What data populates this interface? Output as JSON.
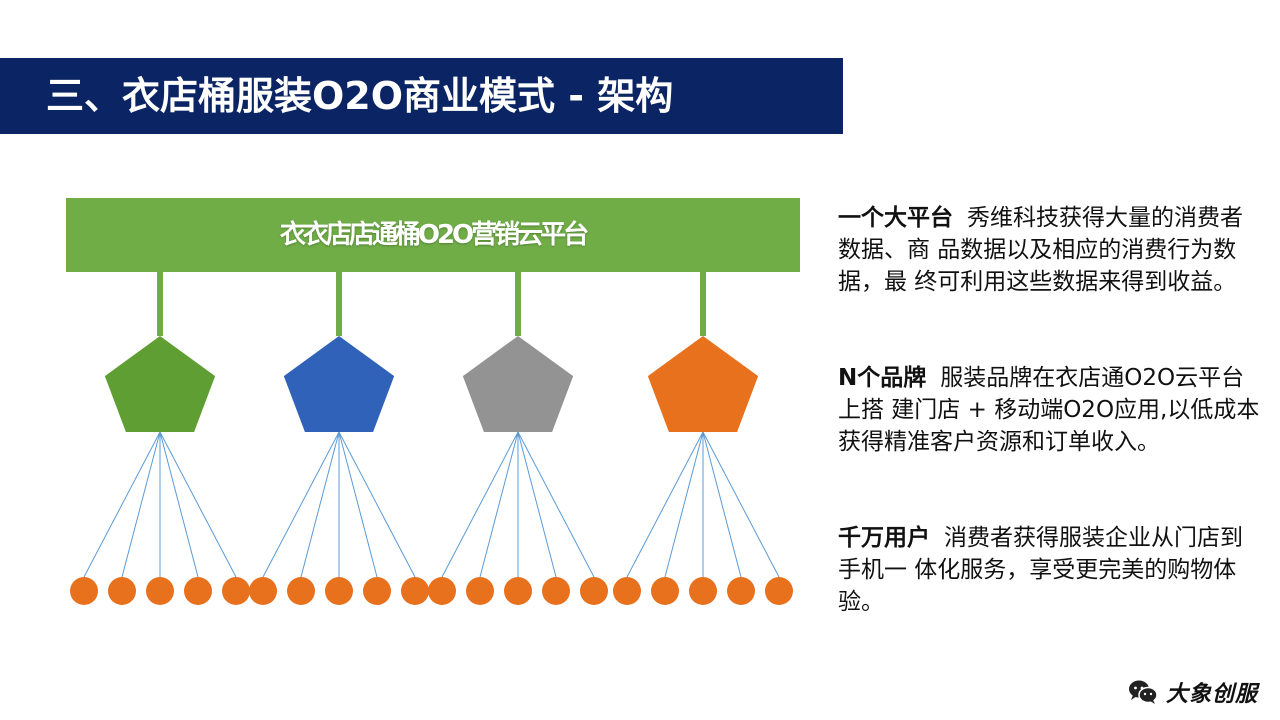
{
  "title": "三、衣店桶服装O2O商业模式 - 架构",
  "colors": {
    "title_bg": "#0b2564",
    "platform": "#70ad47",
    "connector": "#70ad47",
    "fan_line": "#5b9bd5",
    "user_dot": "#e8711e",
    "logo_icon": "#222222"
  },
  "platform": {
    "label": "衣衣店店通桶O2O营销云平台"
  },
  "brands": [
    {
      "color": "#5f9e32",
      "users": 5
    },
    {
      "color": "#2f62b8",
      "users": 5
    },
    {
      "color": "#939393",
      "users": 5
    },
    {
      "color": "#e8711e",
      "users": 5
    }
  ],
  "descriptions": [
    {
      "head": "一个大平台",
      "body": "秀维科技获得大量的消费者数据、商 品数据以及相应的消费行为数据，最 终可利用这些数据来得到收益。"
    },
    {
      "head": "N个品牌",
      "body": "服装品牌在衣店通O2O云平台上搭 建门店 + 移动端O2O应用,以低成本 获得精准客户资源和订单收入。"
    },
    {
      "head": "千万用户",
      "body": "消费者获得服装企业从门店到手机一 体化服务，享受更完美的购物体验。"
    }
  ],
  "logo": {
    "icon": "wechat-icon",
    "text": "大象创服"
  }
}
